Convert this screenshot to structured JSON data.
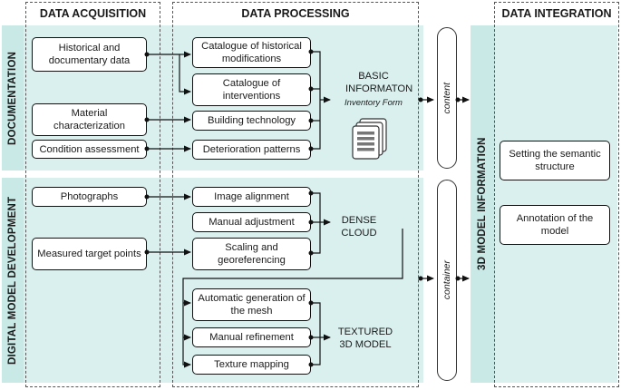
{
  "columns": {
    "acquisition": "DATA ACQUISITION",
    "processing": "DATA PROCESSING",
    "integration": "DATA INTEGRATION"
  },
  "rows": {
    "documentation": "DOCUMENTATION",
    "digital_model": "DIGITAL MODEL DEVELOPMENT"
  },
  "acquisition": {
    "historical": "Historical and documentary data",
    "material": "Material characterization",
    "condition": "Condition assessment",
    "photographs": "Photographs",
    "measured": "Measured target points"
  },
  "processing": {
    "catalogue_mods": "Catalogue of historical modifications",
    "catalogue_interv": "Catalogue of interventions",
    "building_tech": "Building technology",
    "deterioration": "Deterioration patterns",
    "image_alignment": "Image alignment",
    "manual_adjustment": "Manual adjustment",
    "scaling": "Scaling and georeferencing",
    "auto_mesh": "Automatic generation of the mesh",
    "manual_refinement": "Manual refinement",
    "texture_mapping": "Texture mapping"
  },
  "outputs": {
    "basic_info": "BASIC INFORMATON",
    "inventory_form": "Inventory Form",
    "dense_cloud": "DENSE CLOUD",
    "textured_model": "TEXTURED 3D MODEL"
  },
  "links": {
    "content": "content",
    "container": "container"
  },
  "integration": {
    "model_info": "3D MODEL INFORMATION",
    "semantic": "Setting the semantic structure",
    "annotation": "Annotation of the model"
  },
  "colors": {
    "band": "#daf0ee",
    "accent": "#c8e9e6"
  }
}
